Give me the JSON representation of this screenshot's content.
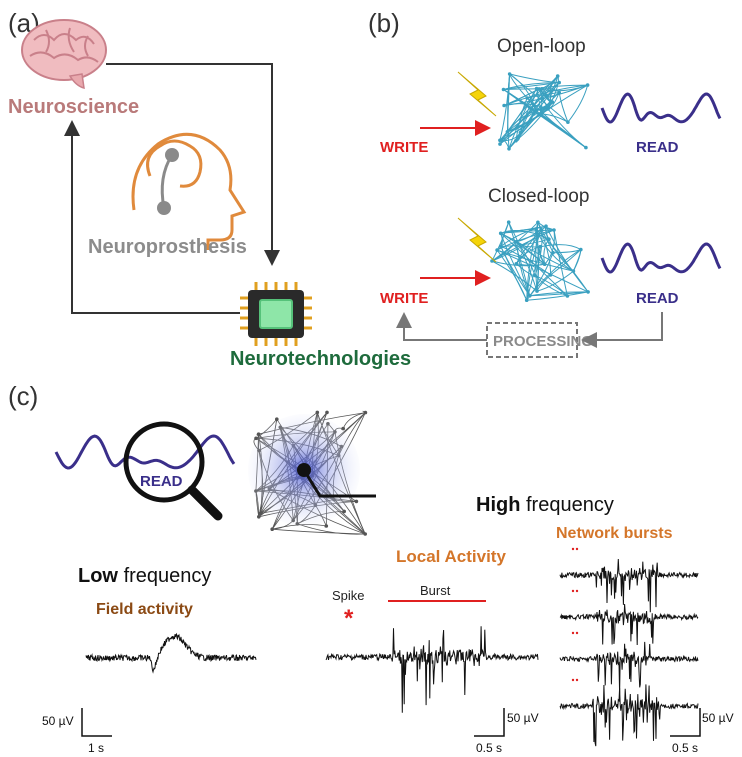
{
  "panels": {
    "a": {
      "label": "(a)",
      "neuroscience": "Neuroscience",
      "neuroprosthesis": "Neuroprosthesis",
      "neurotechnologies": "Neurotechnologies"
    },
    "b": {
      "label": "(b)",
      "open_loop": {
        "title": "Open-loop",
        "write": "WRITE",
        "read": "READ"
      },
      "closed_loop": {
        "title": "Closed-loop",
        "write": "WRITE",
        "read": "READ",
        "processing": "PROCESSING"
      }
    },
    "c": {
      "label": "(c)",
      "magnifier_read": "READ",
      "high_bold": "High",
      "high_rest": "frequency",
      "low_bold": "Low",
      "low_rest": "frequency",
      "field_activity": "Field activity",
      "local_activity": "Local Activity",
      "network_bursts": "Network bursts",
      "spike_label": "Spike",
      "spike_marker": "*",
      "burst_label": "Burst",
      "scalebars": {
        "field": {
          "y": "50 µV",
          "x": "1 s"
        },
        "local": {
          "y": "50 µV",
          "x": "0.5 s"
        },
        "network": {
          "y": "50 µV",
          "x": "0.5 s"
        }
      }
    }
  },
  "colors": {
    "neuroscience": "#b97a7a",
    "neuroprosthesis": "#8c8c8c",
    "neurotechnologies": "#1e6b3c",
    "write": "#e02020",
    "read": "#3a2f8a",
    "orange": "#d4762a",
    "brown": "#8b4a14",
    "neuron": "#3aa0c0",
    "bolt": "#f5d40a"
  }
}
